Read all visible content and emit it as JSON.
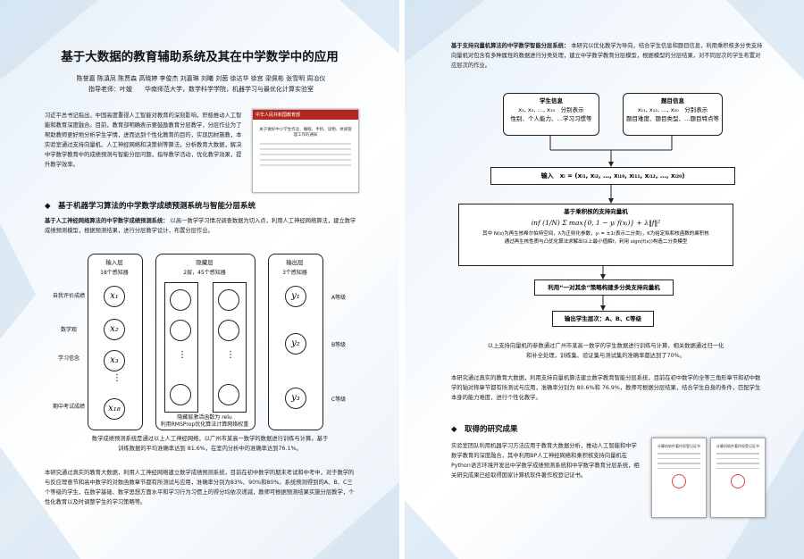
{
  "left": {
    "title": "基于大数据的教育辅助系统及其在中学数学中的应用",
    "authors": "陈誉嘉 陈滇凤 陈贾森 高晓婷 李俊杰 刘嘉琳 刘曦 刘茵 徐达华 徐宫 梁佩彬 张雪明 周冶仪",
    "advisor": "指导老师：叶嫒　　华南师范大学，数学科学学院，机器学习与最优化计算实验室",
    "intro": "习近平总书记指出，中国高度重视人工智能对教育的深刻影响，积极推动人工智能和教育深度融合。目前，教育部明确表示要鼓励教育分层教学，分层作业为了帮助教师更好地分析学生学情，进而达到个性化教育的目的，实现因材施教，本实验室通过支持向量机、人工神经网络和决策树等算法，分析教育大数据，解决中学数学教育中的成绩预测与智能分层问题，指导教学活动，优化教学效果，提升教学效率。",
    "doc_thumb": {
      "header": "中华人民共和国教育部",
      "heading": "关于做好中小学生作业、睡眠、手机、读物、体质管理工作的通知"
    },
    "section1_heading": "基于机器学习算法的中学数学成绩预测系统与智能分层系统",
    "section1_sub": "基于人工神经网络算法的中学数学成绩预测系统：",
    "section1_text": "以高一数学学习情况调查数据为切入点，利用人工神经网络算法，建立数学成绩预测模型，根据预测结果，进行分层教学设计，布置分层作业。",
    "nn": {
      "input_title": "输入层",
      "input_sub": "18个感知器",
      "hidden_title": "隐藏层",
      "hidden_sub": "2层，45个感知器",
      "output_title": "输出层",
      "output_sub": "3个感知器",
      "input_labels": [
        "自我评价成绩",
        "数学观",
        "学习信念",
        "期中考试成绩"
      ],
      "input_nodes": [
        "x₁",
        "x₂",
        "x₃",
        "x₁₈"
      ],
      "output_nodes": [
        "y₁",
        "y₂",
        "y₃"
      ],
      "output_labels": [
        "A等级",
        "B等级",
        "C等级"
      ],
      "hidden_note1": "隐藏层激活函数为 relu",
      "hidden_note2": "利用RMSProp优化算法计算网络权重"
    },
    "nn_caption": "数学成绩预测系统是通过以上人工神经网络，以广州市某高一数学的数据进行训练与计算。基于训练数据的平均准确率达到 81.6%，在室内分析中的准确率达到76.1%。",
    "bottom_text": "本研究通过真实的教育大数据，利用人工神经网络建立数学成绩预测系统，目前在初中数学的期末考试和中考中，对于数学的与反应理意节和高中数学的对数函数章节都有所测试与应用，准确率分别为83%、90%和80%。系统预测得到的A、B、C三个等级的学生，在数学基础、数学思想方面水平和学习行为习惯上的得分均依次递减，教师可根据预测结果实施分层教学，个性化教育以及时调整学生的学习策略等。"
  },
  "right": {
    "svm_sub": "基于支持向量机算法的中学数学智能分层系统：",
    "svm_text": "本研究以优化教学为导向，结合学生信息和题目信息，利用乘积核多分类支持向量机对包含有多种属性的数据进行分类处理，建立中学数学教育分层模型，根据模型的分层结果，对不同层次的学生布置对应层次的作业。",
    "student_box": {
      "title": "学生信息",
      "line1": "x₁, x₂, …, x₁₀　分别表示",
      "line2": "性别、个人能力、…学习习惯等"
    },
    "question_box": {
      "title": "题目信息",
      "line1": "x₁₁, x₁₂, …, x₂₀　分别表示",
      "line2": "题目难度、题目类型、…题目特点等"
    },
    "input_box": "输入　xᵢ = (xᵢ₁, xᵢ₂, …, xᵢ₁₀, xᵢ₁₁, xᵢ₁₂, …, xᵢ₂₀)",
    "kernel_box": {
      "title": "基于乘积核的支持向量机",
      "formula": "inf  (1/N) Σ max{0, 1 − yᵢ f(xᵢ)} + λ‖f‖²",
      "note1": "其中 N(s)为再生核希尔伯特空间，λ为正则化参数，yᵢ = ±1(表示二分类)，K为给定拟和核函数的乘积核",
      "note2": "通过再生核性质与凸优化算法求解出以上最小值解f，利用 sign(f(x))构造二分类模型"
    },
    "ovo_box": "利用“一对其余”策略构建多分类支持向量机",
    "output_box": "输出学生层次：A、B、C等级",
    "svm_caption": "以上支持向量机的参数通过广州市某高一数学的学生数据进行训练与计算，相关数据通过归一化和补全处理，训练集、验证集与测试集的准确率都达到了70%。",
    "svm_result": "本研究通过真实的教育大数据，利用支持向量机算法建立数学教育智能分层系统，目前在初中数学的全等三角形章节和初中数学的轴对称章节都有所测试与应用，准确率分别为 80.6%和 76.9%，教师可根据分层结果，结合学生自身的条件，匹配学生本身的能力难度，进行个性化教学。",
    "results_heading": "取得的研究成果",
    "results_text": "实验室团队利用机器学习方法应用于教育大数据分析，推动人工智能和中学数学教育的深度融合，其中利用BP人工神经网络和乘积核支持向量机在Python语言环境开发出中学数学成绩预测系统和中学数学教育分层系统，相关研究成果已经取得国家计算机软件著作权登记证书。",
    "cert1": "计算机软件著作权登记证书",
    "cert2": "计算机软件著作权登记证书"
  },
  "colors": {
    "bg_tint": "#e6f0f8",
    "triangle": "#c9dcec",
    "ink": "#222222"
  }
}
